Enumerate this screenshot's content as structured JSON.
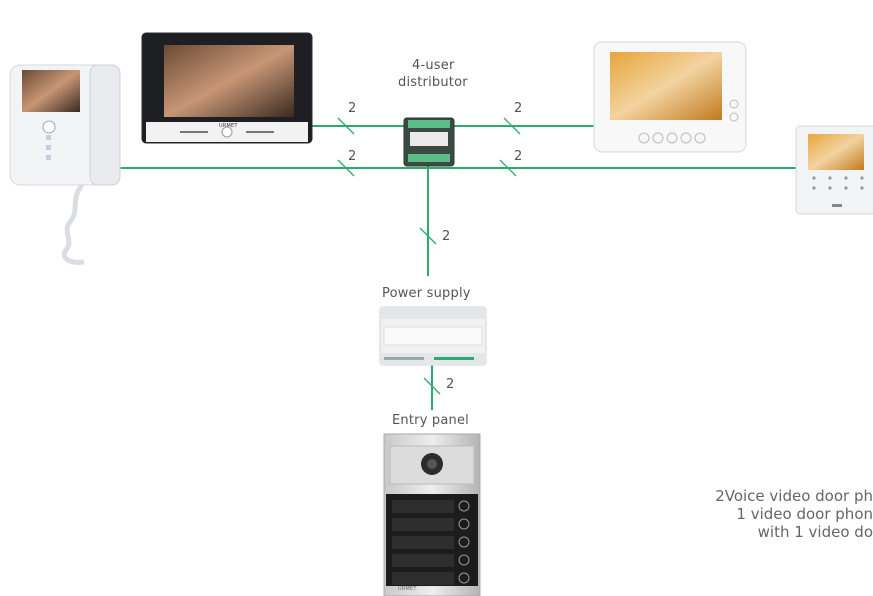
{
  "labels": {
    "distributor_line1": "4-user",
    "distributor_line2": "distributor",
    "power_supply": "Power supply",
    "entry_panel": "Entry panel"
  },
  "wire_counts": {
    "monitor_left_top": "2",
    "monitor_right_top": "2",
    "handset_left": "2",
    "monitor_right_small": "2",
    "distributor_to_power": "2",
    "power_to_panel": "2"
  },
  "caption": {
    "line1": "2Voice video door ph",
    "line2": "1 video door phon",
    "line3": "with 1 video do"
  },
  "device_text": {
    "brand": "URMET",
    "panel_name": "URMET"
  },
  "colors": {
    "wire": "#2bab6f",
    "text": "#555555"
  }
}
